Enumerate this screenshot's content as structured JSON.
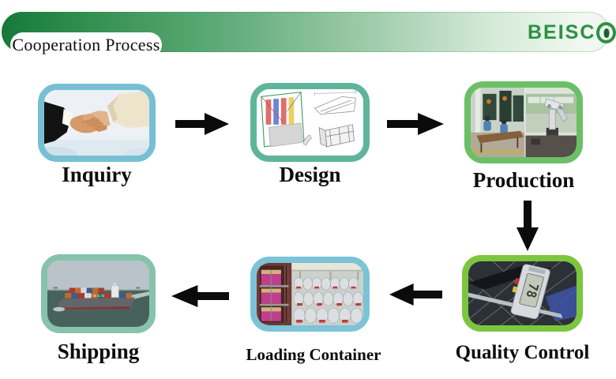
{
  "header": {
    "title": "Cooperation Process"
  },
  "logo": {
    "text": "BEISCO",
    "text_prefix": "BEISC"
  },
  "colors": {
    "banner_dark_green": "#15793a",
    "banner_light_end": "#eef6ee",
    "logo_green": "#2e9044",
    "arrow_black": "#0b0b0b",
    "label_black": "#0d0d0d"
  },
  "steps": [
    {
      "id": "inquiry",
      "label": "Inquiry",
      "border": "#77c0d4",
      "image": "handshake-photo"
    },
    {
      "id": "design",
      "label": "Design",
      "border": "#5fb59b",
      "image": "cad-drawings-photo"
    },
    {
      "id": "production",
      "label": "Production",
      "border": "#6cbf66",
      "image": "factory-workshop-photo"
    },
    {
      "id": "quality-control",
      "label": "Quality Control",
      "border": "#7cc63e",
      "image": "digital-caliper-photo",
      "reading": "78"
    },
    {
      "id": "loading-container",
      "label": "Loading Container",
      "border": "#7cc3d8",
      "image": "container-loading-photo"
    },
    {
      "id": "shipping",
      "label": "Shipping",
      "border": "#86c3ab",
      "image": "container-ship-photo",
      "ship_text": "COSCO"
    }
  ],
  "arrows": [
    {
      "from": "Inquiry",
      "to": "Design",
      "direction": "right"
    },
    {
      "from": "Design",
      "to": "Production",
      "direction": "right"
    },
    {
      "from": "Production",
      "to": "Quality Control",
      "direction": "down"
    },
    {
      "from": "Quality Control",
      "to": "Loading Container",
      "direction": "left"
    },
    {
      "from": "Loading Container",
      "to": "Shipping",
      "direction": "left"
    }
  ]
}
